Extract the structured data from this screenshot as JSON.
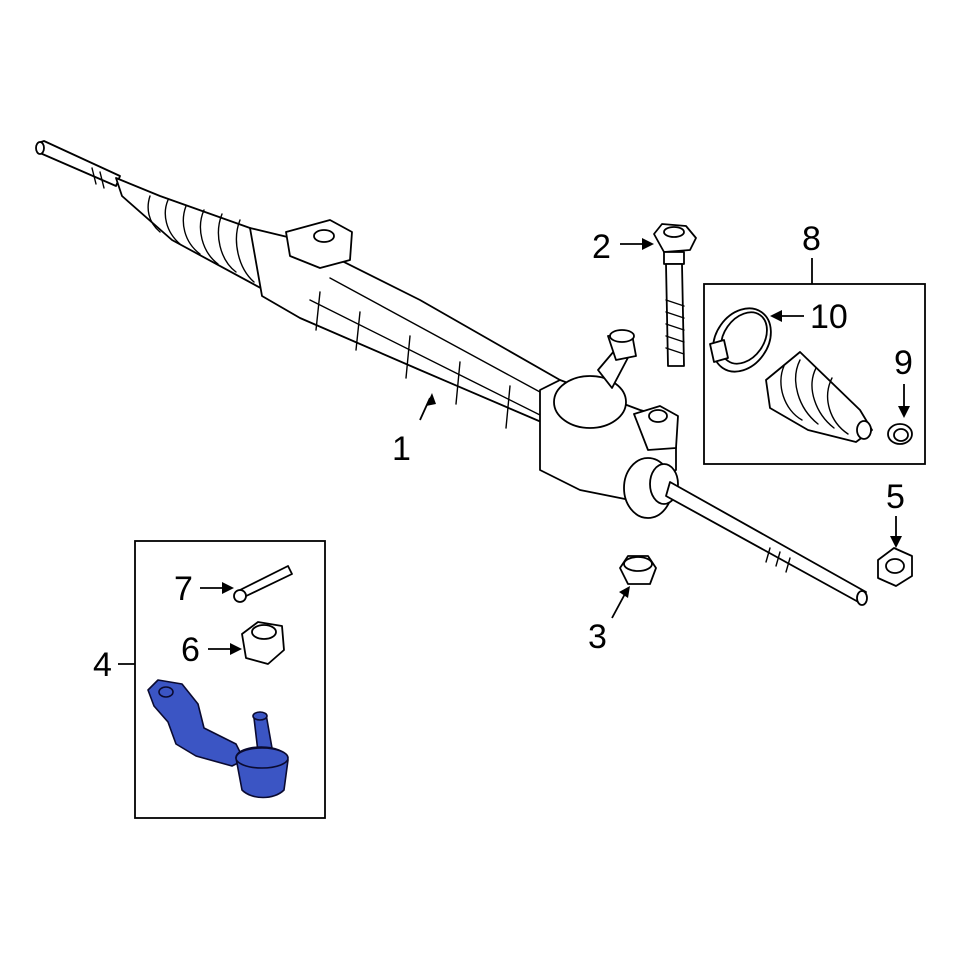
{
  "colors": {
    "highlight": "#3b55c4",
    "line": "#000000",
    "background": "#ffffff"
  },
  "callouts": {
    "c1": "1",
    "c2": "2",
    "c3": "3",
    "c4": "4",
    "c5": "5",
    "c6": "6",
    "c7": "7",
    "c8": "8",
    "c9": "9",
    "c10": "10"
  },
  "highlighted_part": "4"
}
